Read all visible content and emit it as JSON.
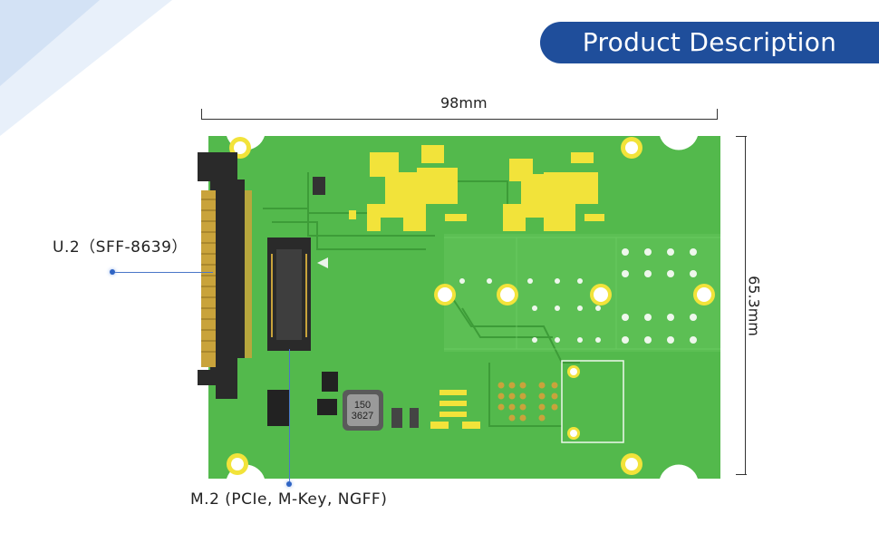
{
  "header": {
    "title": "Product Description"
  },
  "dimensions": {
    "width_label": "98mm",
    "height_label": "65.3mm"
  },
  "callouts": {
    "u2_label": "U.2（SFF-8639）",
    "m2_label": "M.2 (PCIe, M-Key, NGFF)"
  },
  "board": {
    "inductor_text_top": "150",
    "inductor_text_bottom": "3627"
  },
  "colors": {
    "accent": "#1f4e9b",
    "pcb_green": "#4fb84a",
    "pad_gold": "#f2e33a",
    "connector_black": "#2a2a2a"
  }
}
